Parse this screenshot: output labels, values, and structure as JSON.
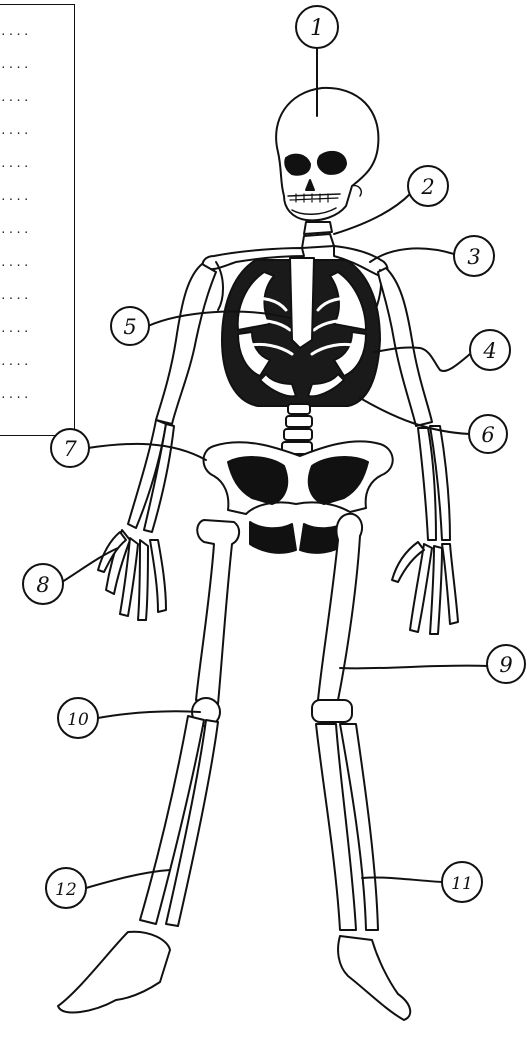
{
  "answer_box": {
    "lines": [
      "....",
      "....",
      "....",
      "....",
      "....",
      "....",
      "....",
      "....",
      "....",
      "....",
      "....",
      "...."
    ]
  },
  "labels": [
    {
      "number": "1",
      "target": "skull"
    },
    {
      "number": "2",
      "target": "neck vertebrae"
    },
    {
      "number": "3",
      "target": "collarbone"
    },
    {
      "number": "4",
      "target": "ribs"
    },
    {
      "number": "5",
      "target": "breastbone"
    },
    {
      "number": "6",
      "target": "backbone"
    },
    {
      "number": "7",
      "target": "pelvis"
    },
    {
      "number": "8",
      "target": "hand bones"
    },
    {
      "number": "9",
      "target": "thighbone"
    },
    {
      "number": "10",
      "target": "kneecap"
    },
    {
      "number": "11",
      "target": "shin bone"
    },
    {
      "number": "12",
      "target": "lower leg bone"
    }
  ]
}
